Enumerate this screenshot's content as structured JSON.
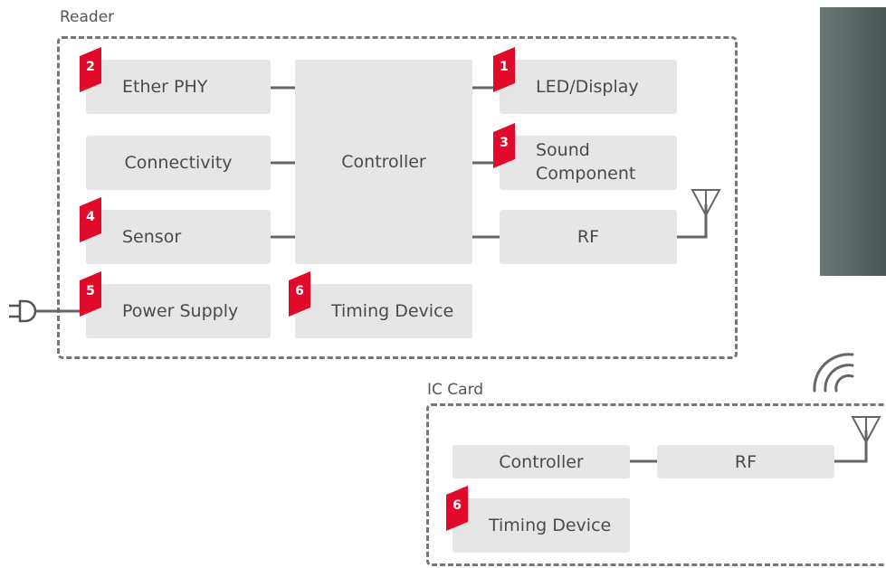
{
  "reader": {
    "title": "Reader",
    "ether_phy": "Ether PHY",
    "connectivity": "Connectivity",
    "sensor": "Sensor",
    "power_supply": "Power Supply",
    "controller": "Controller",
    "timing_device": "Timing Device",
    "led_display": "LED/Display",
    "sound_line1": "Sound",
    "sound_line2": "Component",
    "rf": "RF"
  },
  "ic_card": {
    "title": "IC Card",
    "controller": "Controller",
    "rf": "RF",
    "timing_device": "Timing Device"
  },
  "badges": {
    "led_display": "1",
    "ether_phy": "2",
    "sound": "3",
    "sensor": "4",
    "power_supply": "5",
    "reader_timing": "6",
    "card_timing": "6"
  },
  "colors": {
    "badge": "#e10a2a",
    "box": "#e6e6e6",
    "dash": "#777777",
    "device": "#5a6664"
  }
}
